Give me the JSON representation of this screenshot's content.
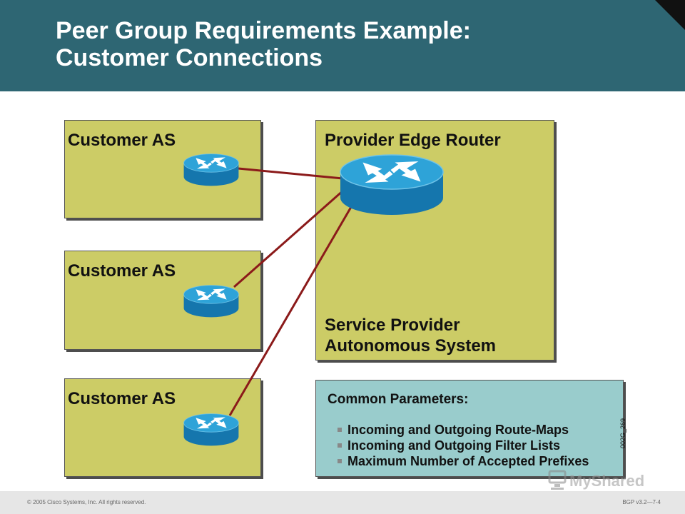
{
  "header": {
    "title_line1": "Peer Group Requirements Example:",
    "title_line2": "Customer Connections"
  },
  "customers": [
    {
      "label": "Customer AS"
    },
    {
      "label": "Customer AS"
    },
    {
      "label": "Customer AS"
    }
  ],
  "provider": {
    "router_label": "Provider Edge Router",
    "system_line1": "Service Provider",
    "system_line2": "Autonomous System"
  },
  "common_parameters": {
    "title": "Common Parameters:",
    "items": [
      "Incoming and Outgoing Route-Maps",
      "Incoming and Outgoing Filter Lists",
      "Maximum Number of Accepted Prefixes"
    ]
  },
  "figure_code": "002G_269",
  "footer": {
    "copyright": "© 2005 Cisco Systems, Inc. All rights reserved.",
    "slide_number": "BGP v3.2—7-4"
  },
  "watermark": "MyShared",
  "colors": {
    "header": "#2e6673",
    "as_box": "#cccc66",
    "parameters_box": "#99cccc",
    "link": "#8b1a1a",
    "router": "#1a8fc4"
  },
  "icons": {
    "router": "router-icon"
  }
}
